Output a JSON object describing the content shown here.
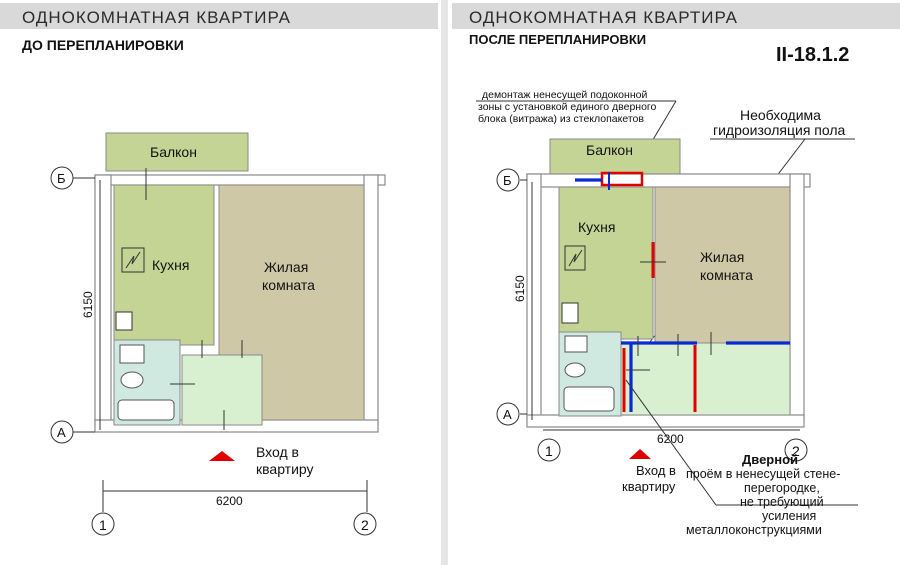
{
  "left": {
    "title": "ОДНОКОМНАТНАЯ КВАРТИРА",
    "subtitle": "ДО ПЕРЕПЛАНИРОВКИ",
    "rooms": {
      "balcony": "Балкон",
      "kitchen": "Кухня",
      "living_1": "Жилая",
      "living_2": "комната"
    },
    "axis_b": "Б",
    "axis_a": "А",
    "axis_1": "1",
    "axis_2": "2",
    "dim_height": "6150",
    "dim_width": "6200",
    "entrance_1": "Вход в",
    "entrance_2": "квартиру"
  },
  "right": {
    "title": "ОДНОКОМНАТНАЯ КВАРТИРА",
    "subtitle": "ПОСЛЕ ПЕРЕПЛАНИРОВКИ",
    "code": "II-18.1.2",
    "note_demolition": [
      "демонтаж ненесущей подоконной",
      "зоны с установкой единого дверного",
      "блока (витража) из стеклопакетов"
    ],
    "note_waterproof": [
      "Необходима",
      "гидроизоляция пола"
    ],
    "rooms": {
      "balcony": "Балкон",
      "kitchen": "Кухня",
      "living_1": "Жилая",
      "living_2": "комната"
    },
    "axis_b": "Б",
    "axis_a": "А",
    "axis_1": "1",
    "axis_2": "2",
    "dim_height": "6150",
    "dim_width": "6200",
    "entrance_1": "Вход в",
    "entrance_2": "квартиру",
    "note_door_bold": "Дверной",
    "note_door": [
      "проём в ненесущей стене-",
      "перегородке,",
      "не требующий",
      "усиления",
      "металлоконструкциями"
    ]
  }
}
